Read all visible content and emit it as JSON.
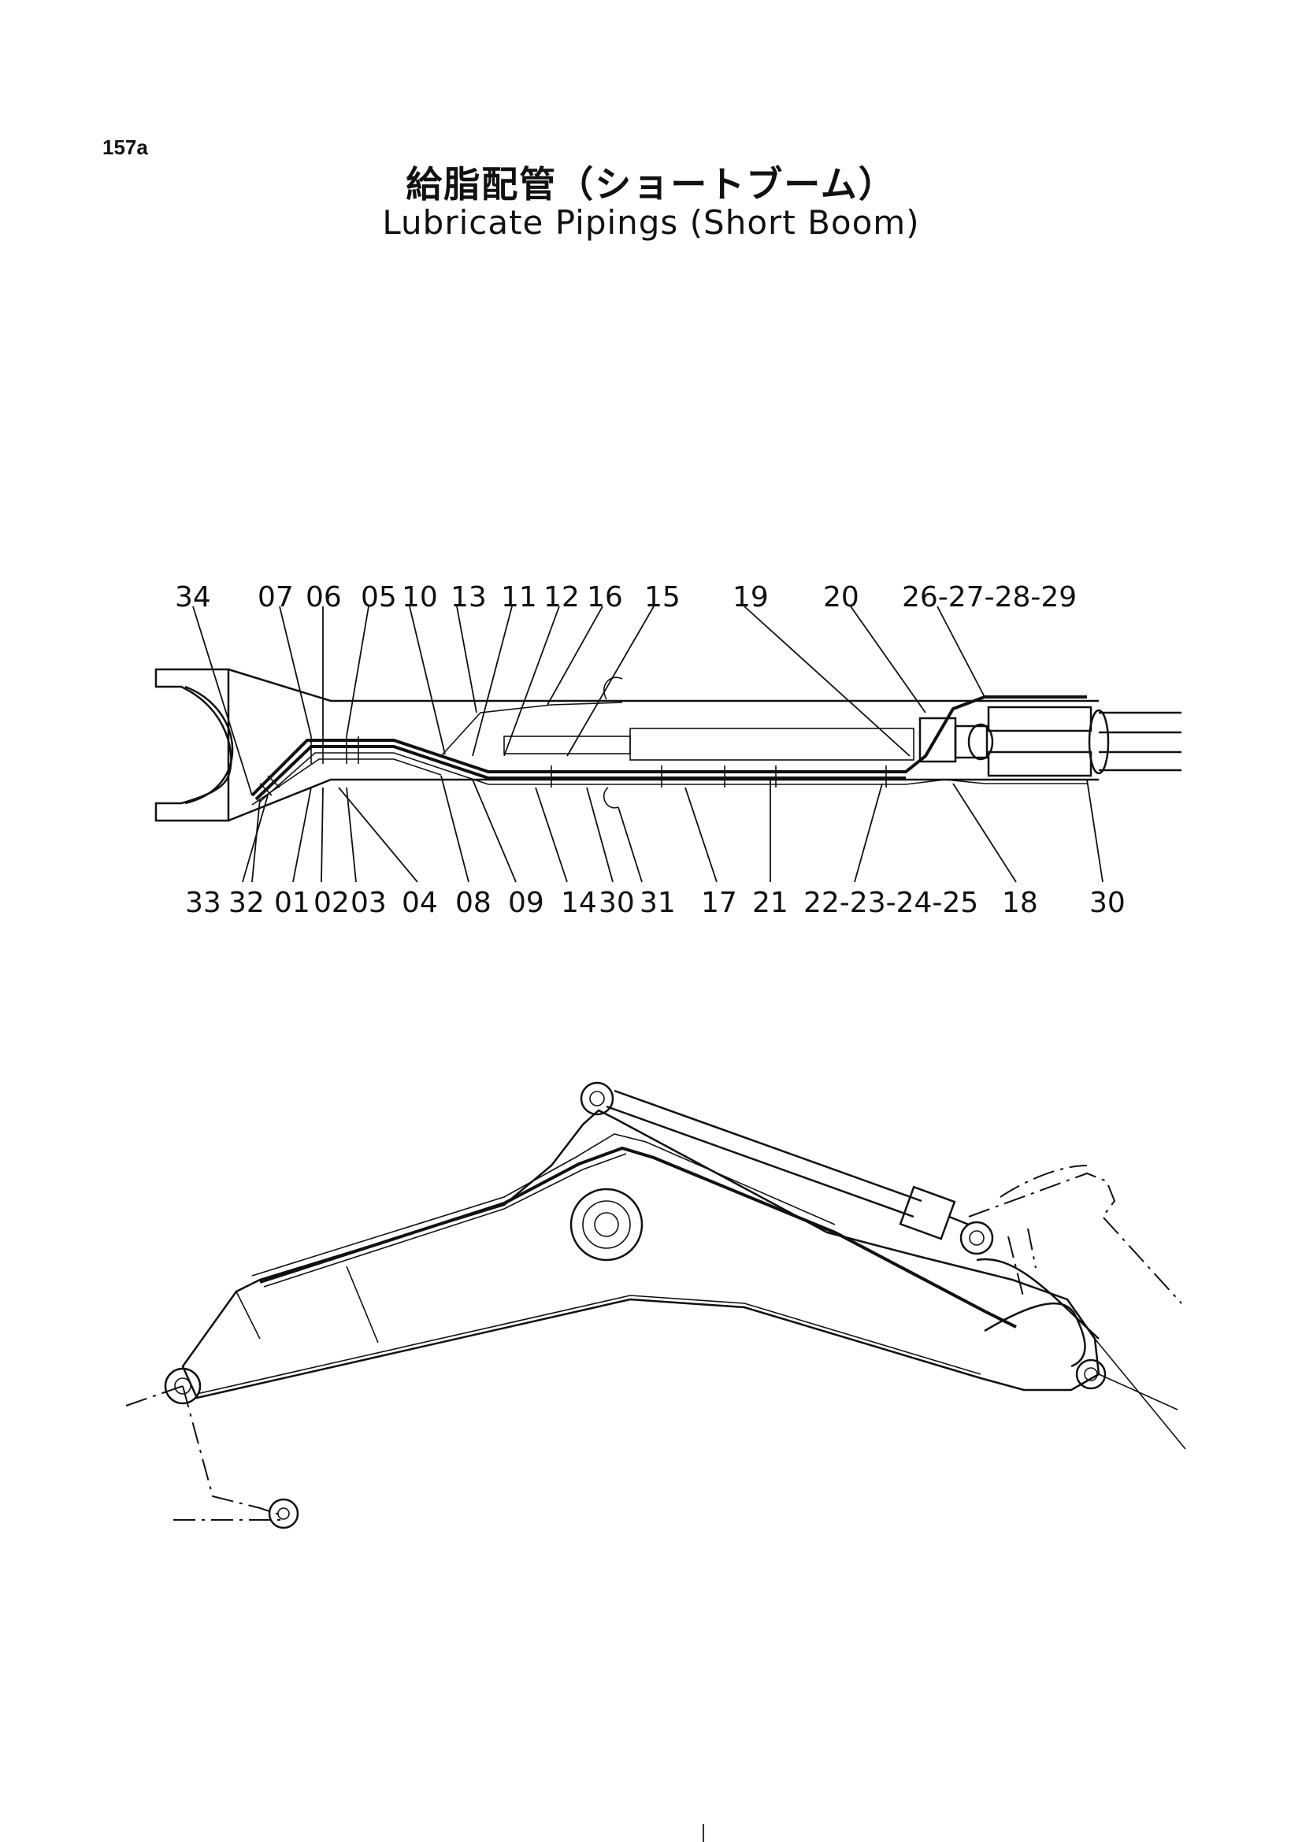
{
  "header": {
    "page_number": "157a",
    "title_jp": "給脂配管（ショートブーム）",
    "title_en": "Lubricate Pipings (Short Boom)"
  },
  "top_view": {
    "callouts_top": [
      "34",
      "07",
      "06",
      "05",
      "10",
      "13",
      "11",
      "12",
      "16",
      "15",
      "19",
      "20",
      "26-27-28-29"
    ],
    "callouts_bottom": [
      "33",
      "32",
      "01",
      "02",
      "03",
      "04",
      "08",
      "09",
      "14",
      "30",
      "31",
      "17",
      "21",
      "22-23-24-25",
      "18",
      "30"
    ]
  }
}
